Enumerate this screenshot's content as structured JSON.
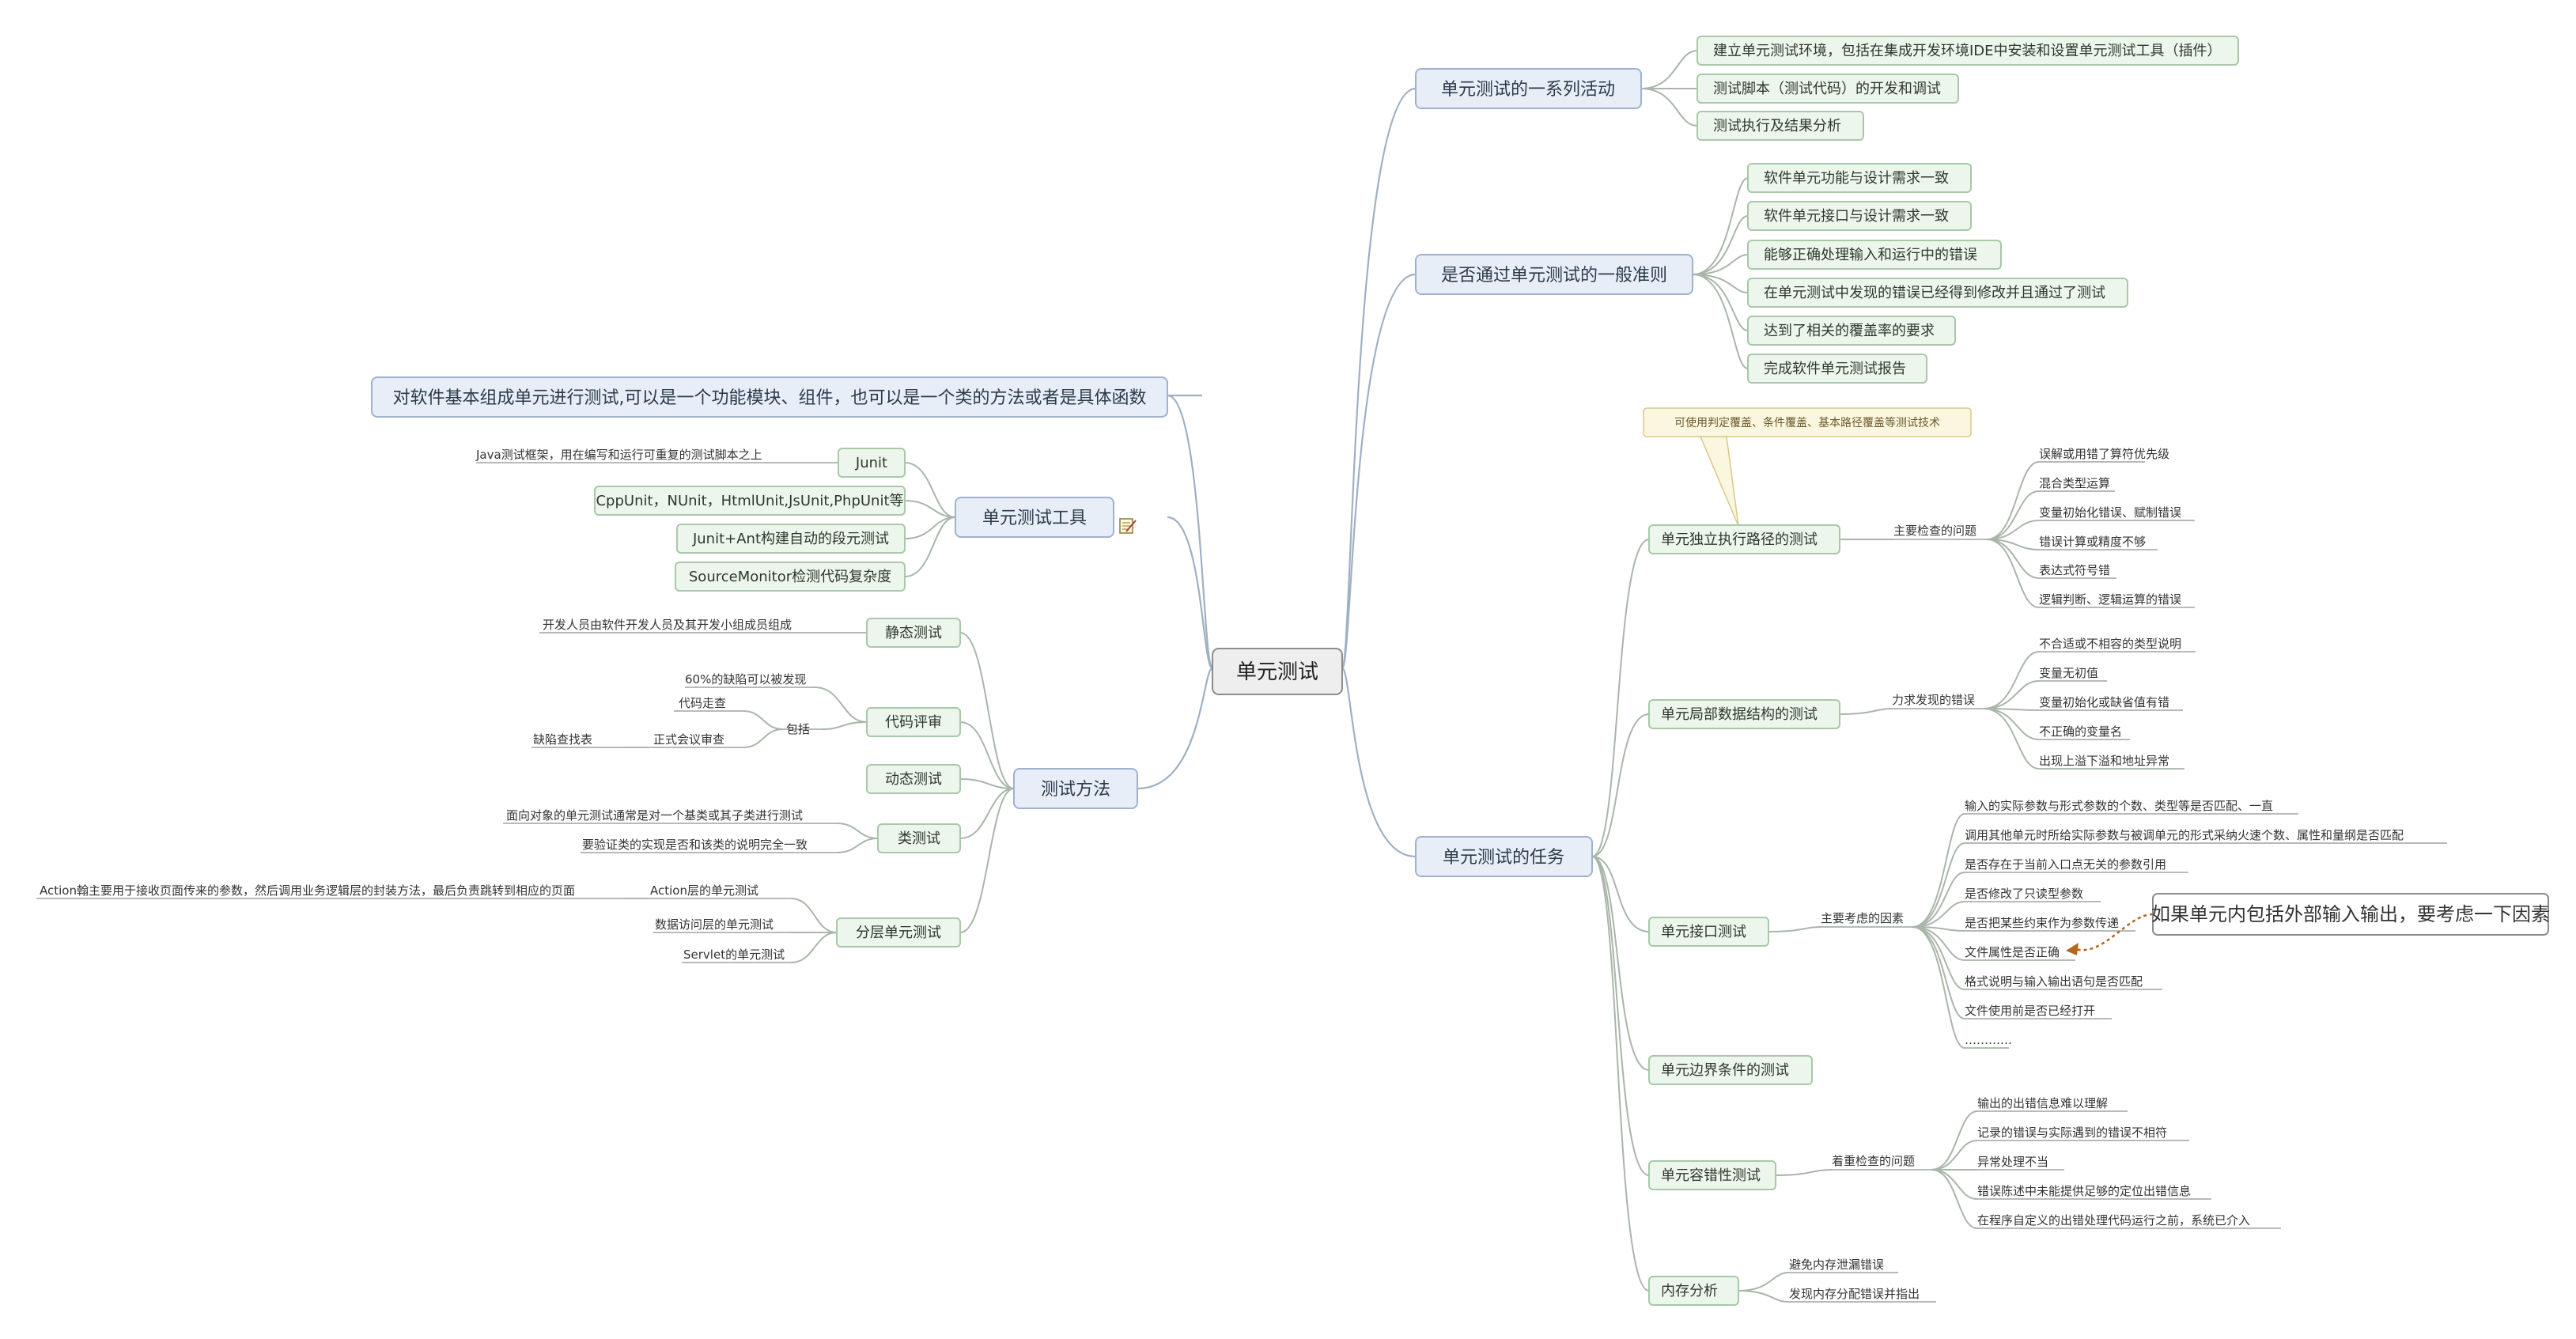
{
  "root": "单元测试",
  "nodes": {
    "activities": {
      "label": "单元测试的一系列活动",
      "items": [
        "建立单元测试环境，包括在集成开发环境IDE中安装和设置单元测试工具（插件）",
        "测试脚本（测试代码）的开发和调试",
        "测试执行及结果分析"
      ]
    },
    "criteria": {
      "label": "是否通过单元测试的一般准则",
      "items": [
        "软件单元功能与设计需求一致",
        "软件单元接口与设计需求一致",
        "能够正确处理输入和运行中的错误",
        "在单元测试中发现的错误已经得到修改并且通过了测试",
        "达到了相关的覆盖率的要求",
        "完成软件单元测试报告"
      ]
    },
    "tasks": {
      "label": "单元测试的任务",
      "note": "可使用判定覆盖、条件覆盖、基本路径覆盖等测试技术",
      "path": {
        "label": "单元独立执行路径的测试",
        "sub": "主要检查的问题",
        "items": [
          "误解或用错了算符优先级",
          "混合类型运算",
          "变量初始化错误、赋制错误",
          "错误计算或精度不够",
          "表达式符号错",
          "逻辑判断、逻辑运算的错误"
        ]
      },
      "local": {
        "label": "单元局部数据结构的测试",
        "sub": "力求发现的错误",
        "items": [
          "不合适或不相容的类型说明",
          "变量无初值",
          "变量初始化或缺省值有错",
          "不正确的变量名",
          "出现上溢下溢和地址异常"
        ]
      },
      "interface": {
        "label": "单元接口测试",
        "sub": "主要考虑的因素",
        "items": [
          "输入的实际参数与形式参数的个数、类型等是否匹配、一直",
          "调用其他单元时所给实际参数与被调单元的形式采纳火速个数、属性和量纲是否匹配",
          "是否存在于当前入口点无关的参数引用",
          "是否修改了只读型参数",
          "是否把某些约束作为参数传递",
          "文件属性是否正确",
          "格式说明与输入输出语句是否匹配",
          "文件使用前是否已经打开",
          "…………"
        ],
        "callout": "如果单元内包括外部输入输出，要考虑一下因素"
      },
      "boundary": {
        "label": "单元边界条件的测试"
      },
      "fault": {
        "label": "单元容错性测试",
        "sub": "着重检查的问题",
        "items": [
          "输出的出错信息难以理解",
          "记录的错误与实际遇到的错误不相符",
          "异常处理不当",
          "错误陈述中未能提供足够的定位出错信息",
          "在程序自定义的出错处理代码运行之前，系统已介入"
        ]
      },
      "memory": {
        "label": "内存分析",
        "items": [
          "避免内存泄漏错误",
          "发现内存分配错误并指出"
        ]
      }
    },
    "definition": "对软件基本组成单元进行测试,可以是一个功能模块、组件，也可以是一个类的方法或者是具体函数",
    "tools": {
      "label": "单元测试工具",
      "items": [
        {
          "label": "Junit",
          "detail": "Java测试框架，用在编写和运行可重复的测试脚本之上"
        },
        {
          "label": "CppUnit，NUnit，HtmlUnit,JsUnit,PhpUnit等"
        },
        {
          "label": "Junit+Ant构建自动的段元测试"
        },
        {
          "label": "SourceMonitor检测代码复杂度"
        }
      ]
    },
    "methods": {
      "label": "测试方法",
      "static": {
        "label": "静态测试",
        "detail": "开发人员由软件开发人员及其开发小组成员组成"
      },
      "review": {
        "label": "代码评审",
        "d1": "60%的缺陷可以被发现",
        "include": "包括",
        "walk": "代码走查",
        "meet": "正式会议审查",
        "bug": "缺陷查找表"
      },
      "dynamic": {
        "label": "动态测试"
      },
      "class": {
        "label": "类测试",
        "items": [
          "面向对象的单元测试通常是对一个基类或其子类进行测试",
          "要验证类的实现是否和该类的说明完全一致"
        ]
      },
      "layered": {
        "label": "分层单元测试",
        "action": "Action层的单元测试",
        "action_detail": "Action翰主要用于接收页面传来的参数，然后调用业务逻辑层的封装方法，最后负责跳转到相应的页面",
        "dao": "数据访问层的单元测试",
        "servlet": "Servlet的单元测试"
      }
    }
  }
}
